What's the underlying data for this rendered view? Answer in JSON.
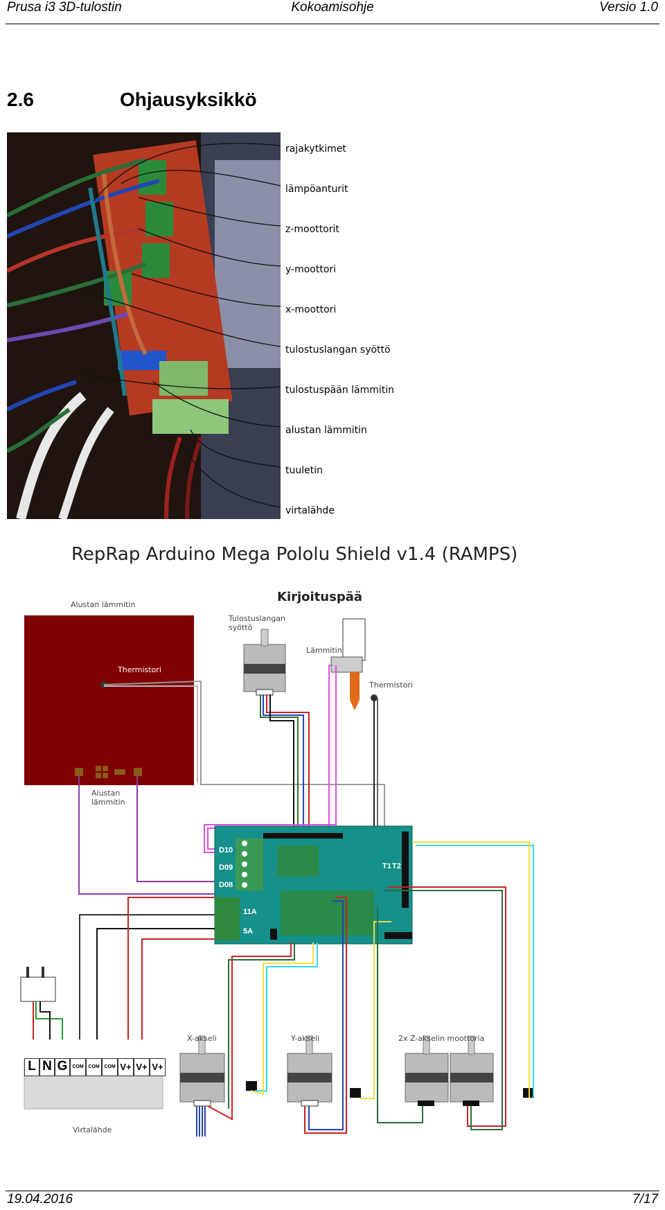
{
  "header": {
    "left": "Prusa i3 3D-tulostin",
    "center": "Kokoamisohje",
    "right": "Versio 1.0"
  },
  "section": {
    "number": "2.6",
    "title": "Ohjausyksikkö"
  },
  "photo_labels": [
    "rajakytkimet",
    "lämpöanturit",
    "z-moottorit",
    "y-moottori",
    "x-moottori",
    "tulostuslangan syöttö",
    "tulostuspään lämmitin",
    "alustan lämmitin",
    "tuuletin",
    "virtalähde"
  ],
  "diagram": {
    "title": "RepRap Arduino Mega Pololu Shield v1.4 (RAMPS)",
    "alustan_lammitin": "Alustan lämmitin",
    "thermistori": "Thermistori",
    "alustan_lammitin_2": "Alustan lämmitin",
    "kirjoituspaa": "Kirjoituspää",
    "tulostuslangan_syotto": "Tulostuslangan syöttö",
    "lammitin": "Lämmitin",
    "thermistori_2": "Thermistori",
    "board_labels": [
      "D10",
      "D09",
      "D08",
      "11A",
      "5A",
      "T1",
      "T2"
    ],
    "x_akseli": "X-akseli",
    "y_akseli": "Y-akseli",
    "z_akselin_moottorit": "2x Z-akselin moottoria",
    "virtalahde": "Virtalähde",
    "psu_terminals": [
      "L",
      "N",
      "G",
      "COM",
      "COM",
      "COM",
      "V+",
      "V+",
      "V+"
    ]
  },
  "footer": {
    "date": "19.04.2016",
    "page": "7/17"
  }
}
